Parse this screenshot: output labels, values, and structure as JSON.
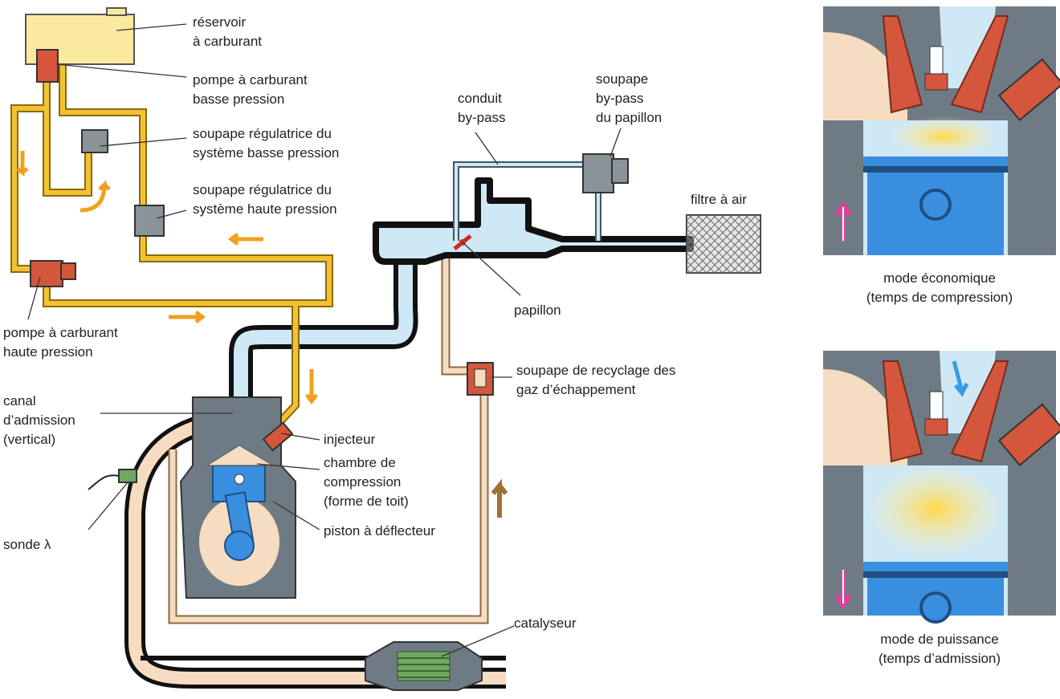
{
  "labels": {
    "reservoir": [
      "réservoir",
      "à carburant"
    ],
    "pompe_bp": [
      "pompe à carburant",
      "basse pression"
    ],
    "soupape_bp": [
      "soupape régulatrice du",
      "système basse pression"
    ],
    "soupape_hp": [
      "soupape régulatrice du",
      "système haute pression"
    ],
    "pompe_hp": [
      "pompe à carburant",
      "haute pression"
    ],
    "canal": [
      "canal",
      "d’admission",
      "(vertical)"
    ],
    "sonde": "sonde λ",
    "conduit": [
      "conduit",
      "by-pass"
    ],
    "soupape_bypass": [
      "soupape",
      "by-pass",
      "du papillon"
    ],
    "filtre": "filtre à air",
    "papillon": "papillon",
    "egr": [
      "soupape de recyclage des",
      "gaz d’échappement"
    ],
    "injecteur": "injecteur",
    "chambre": [
      "chambre de",
      "compression",
      "(forme de toit)"
    ],
    "piston": "piston à déflecteur",
    "catalyseur": "catalyseur"
  },
  "panels": {
    "eco_caption": [
      "mode économique",
      "(temps de compression)"
    ],
    "power_caption": [
      "mode de puissance",
      "(temps d’admission)"
    ]
  },
  "colors": {
    "fuel_line": "#f2c230",
    "fuel_dark": "#8a6a10",
    "tank": "#fbe9a0",
    "air": "#cfe8f5",
    "pump_red": "#d4563c",
    "valve_gray": "#8a9398",
    "engine_gray": "#6f7b84",
    "cream": "#f6dcc0",
    "piston_blue": "#3a8ee0",
    "catalyst_green": "#6fa860",
    "arrow_orange": "#f0a020",
    "arrow_pink": "#e040a0"
  }
}
